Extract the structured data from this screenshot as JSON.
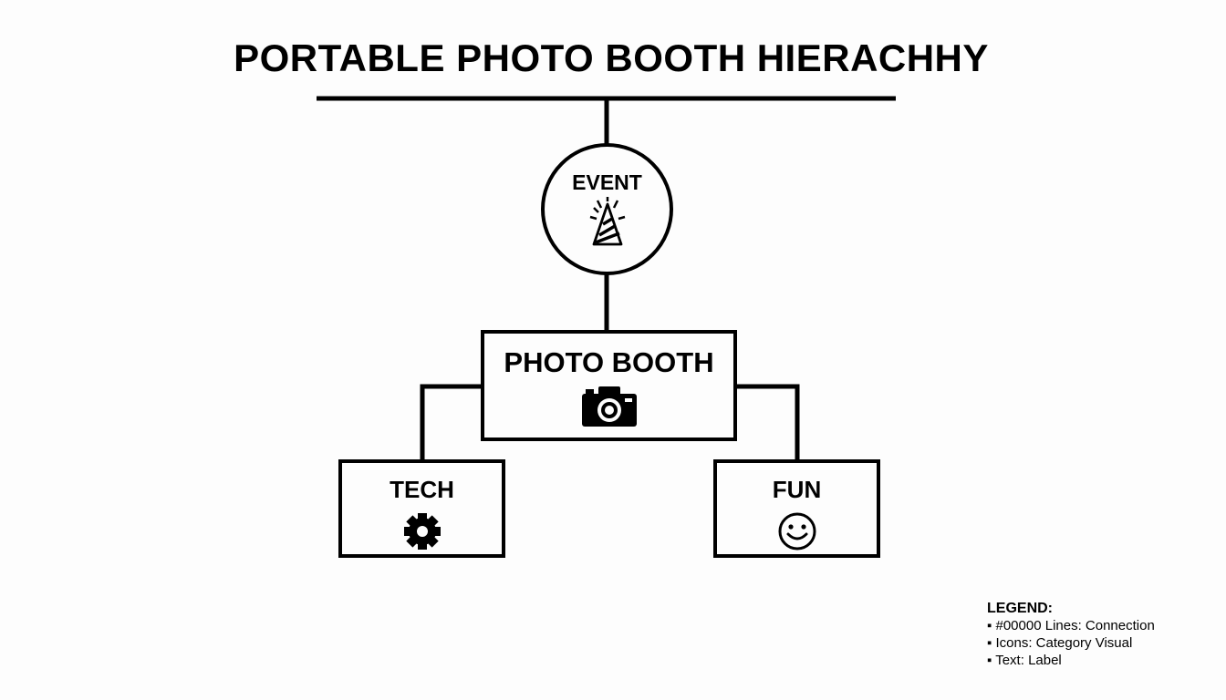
{
  "title": "PORTABLE PHOTO BOOTH HIERACHHY",
  "nodes": {
    "event": {
      "label": "EVENT",
      "icon": "party-hat-icon"
    },
    "photo_booth": {
      "label": "PHOTO BOOTH",
      "icon": "camera-icon"
    },
    "tech": {
      "label": "TECH",
      "icon": "gear-icon"
    },
    "fun": {
      "label": "FUN",
      "icon": "smiley-icon"
    }
  },
  "legend": {
    "title": "LEGEND:",
    "items": [
      "#00000 Lines: Connection",
      "Icons: Category Visual",
      "Text: Label"
    ]
  },
  "colors": {
    "line": "#000000",
    "background": "#fdfdfd"
  }
}
